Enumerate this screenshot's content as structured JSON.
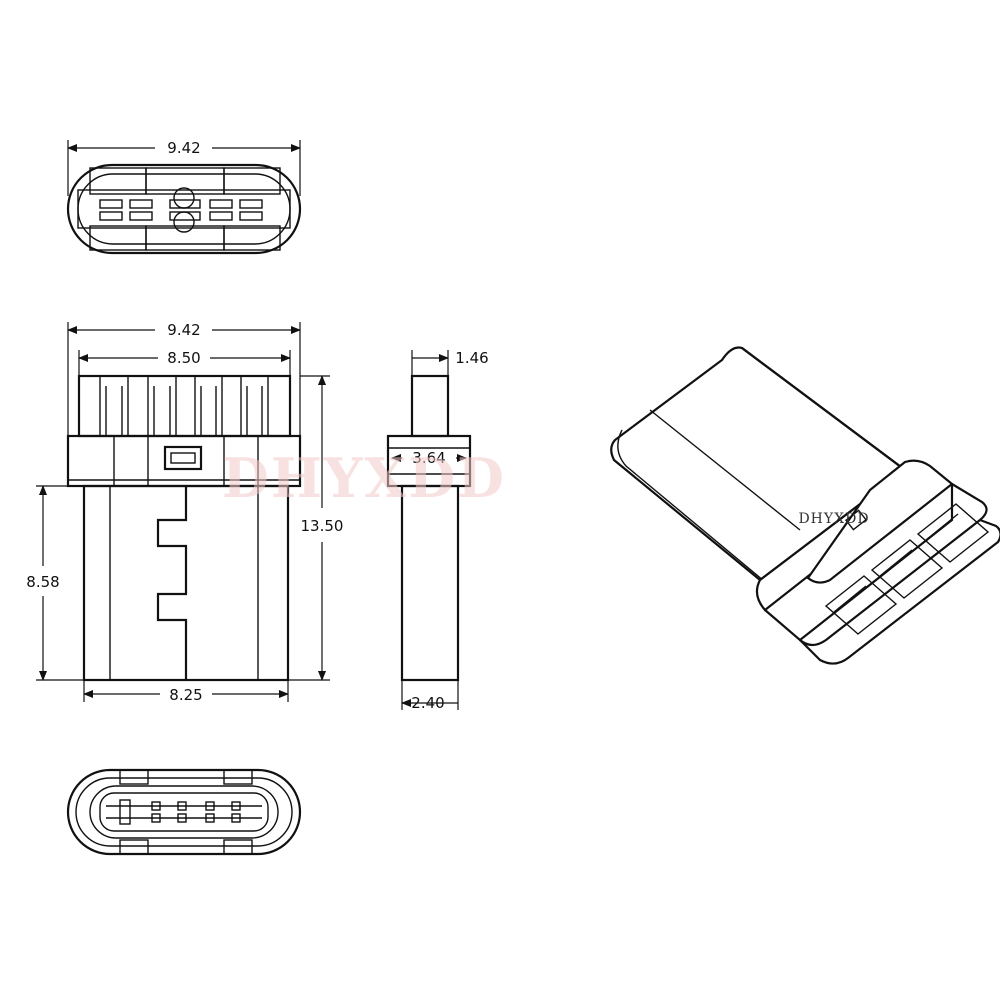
{
  "dimensions": {
    "top_width": "9.42",
    "front_width": "9.42",
    "front_inner_width": "8.50",
    "front_height": "13.50",
    "front_body_height": "8.58",
    "front_bottom_width": "8.25",
    "side_pin_width": "1.46",
    "side_collar_width": "3.64",
    "side_body_width": "2.40"
  },
  "watermark": {
    "large": "DHYXDD",
    "small": "DHYXDD"
  },
  "colors": {
    "line": "#111111",
    "watermark": "#f3c9c9"
  }
}
